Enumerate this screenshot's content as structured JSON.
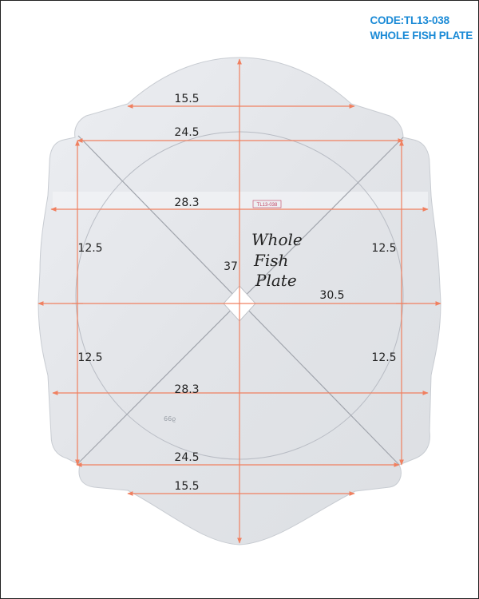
{
  "header": {
    "code": "CODE:TL13-038",
    "name": "WHOLE FISH PLATE"
  },
  "stamp": "TL13-038",
  "handwriting": [
    "Whole",
    "Fish",
    "Plate"
  ],
  "dimensions": {
    "top_15": "15.5",
    "top_24": "24.5",
    "top_28": "28.3",
    "left_upper": "12.5",
    "right_upper": "12.5",
    "center_height": "37",
    "center_width": "30.5",
    "left_lower": "12.5",
    "right_lower": "12.5",
    "bottom_28": "28.3",
    "bottom_24": "24.5",
    "bottom_15": "15.5"
  },
  "pencil_note": "66ϱ",
  "colors": {
    "accent": "#1a8ad6",
    "dimension_line": "#f08060",
    "paper": "#e4e6ea"
  }
}
